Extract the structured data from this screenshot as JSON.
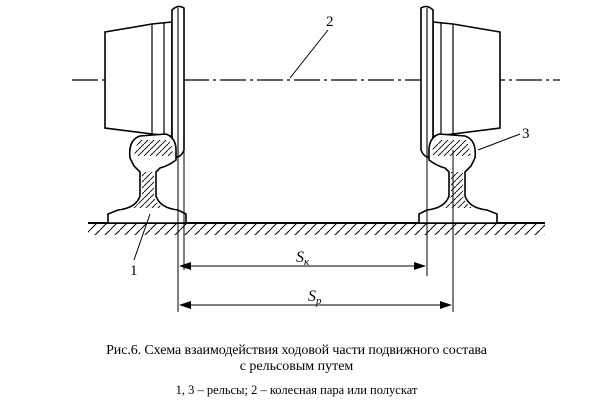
{
  "labels": {
    "rail_left": "1",
    "wheelset": "2",
    "rail_right": "3",
    "gauge_k_symbol": "S",
    "gauge_k_sub": "к",
    "gauge_p_symbol": "S",
    "gauge_p_sub": "р"
  },
  "caption": {
    "line1": "Рис.6. Схема взаимодействия ходовой части подвижного состава",
    "line2": "с рельсовым путем",
    "legend": "1, 3 – рельсы; 2 – колесная пара или полускат"
  }
}
